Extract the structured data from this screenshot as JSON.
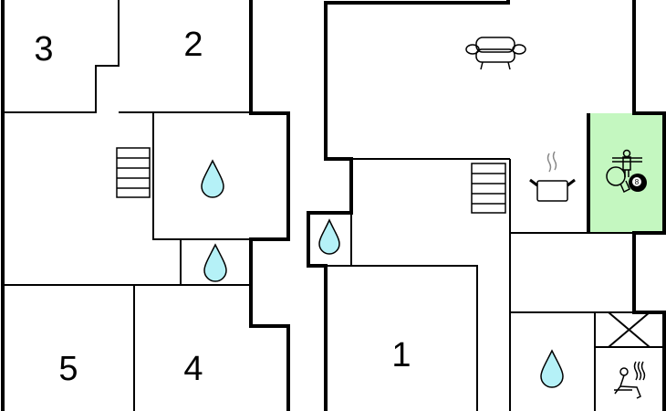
{
  "floorplan": {
    "rooms": [
      {
        "id": "bedroom-3",
        "label": "3"
      },
      {
        "id": "bedroom-2",
        "label": "2"
      },
      {
        "id": "bedroom-5",
        "label": "5"
      },
      {
        "id": "bedroom-4",
        "label": "4"
      },
      {
        "id": "bedroom-1",
        "label": "1"
      }
    ],
    "icons": [
      "sofa-icon",
      "stairs-icon",
      "water-drop-icon",
      "cooking-pot-icon",
      "game-room-icon",
      "billiard-ball-icon",
      "sauna-icon"
    ],
    "billiard_ball_number": "8",
    "colors": {
      "game_room": "#c4f7c0",
      "water": "#b5f1f7",
      "wall": "#000000"
    }
  }
}
